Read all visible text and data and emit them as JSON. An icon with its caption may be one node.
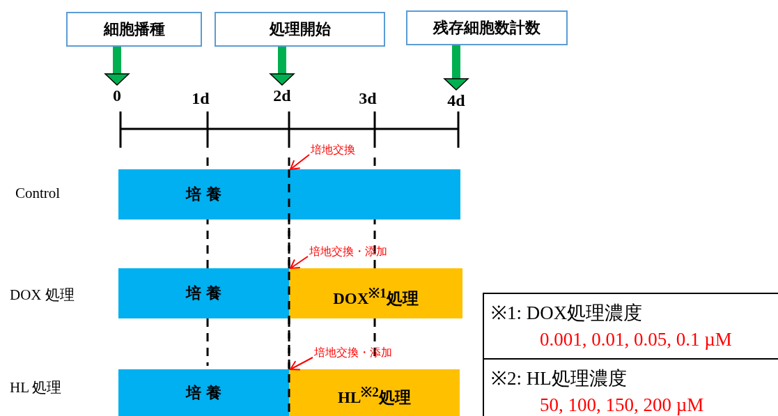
{
  "diagram": {
    "nodes": [
      {
        "text": [
          "細胞播種"
        ]
      },
      {
        "text": [
          "処理開始"
        ]
      },
      {
        "text": [
          "残存細胞数計数"
        ]
      },
      {
        "text": [
          "培 養"
        ],
        "beside": [
          "Control"
        ]
      },
      {
        "text": [
          "培 養"
        ],
        "beside": [
          "DOX 処理"
        ]
      },
      {
        "text": [
          "DOX$^{※1}$処理"
        ]
      },
      {
        "text": [
          "培 養"
        ],
        "beside": [
          "HL 処理"
        ]
      },
      {
        "text": [
          "HL$^{※2}$処理"
        ]
      },
      {
        "text": [
          "※1: DOX処理濃度",
          "0.001, 0.01, 0.05, 0.1 µM"
        ]
      },
      {
        "text": [
          "※2: HL処理濃度",
          "50, 100, 150, 200 µM"
        ]
      },
      {
        "text": [
          "培地交換"
        ]
      },
      {
        "text": [
          "培地交換・添加"
        ]
      },
      {
        "text": [
          "培地交換・添加"
        ]
      },
      {
        "text": [
          "0"
        ]
      },
      {
        "text": [
          "1d"
        ]
      },
      {
        "text": [
          "2d"
        ]
      },
      {
        "text": [
          "3d"
        ]
      },
      {
        "text": [
          "4d"
        ]
      }
    ],
    "edges": [
      {
        "from": 0,
        "to": 13,
        "arrow": "to",
        "style": "thick",
        "color": "#00b050"
      },
      {
        "from": 1,
        "to": 15,
        "arrow": "to",
        "style": "thick",
        "color": "#00b050"
      },
      {
        "from": 2,
        "to": 17,
        "arrow": "to",
        "style": "thick",
        "color": "#00b050"
      },
      {
        "from": 10,
        "to": 3,
        "arrow": "to",
        "color": "#ff0000"
      },
      {
        "from": 11,
        "to": 5,
        "arrow": "to",
        "color": "#ff0000"
      },
      {
        "from": 12,
        "to": 7,
        "arrow": "to",
        "color": "#ff0000"
      }
    ]
  }
}
